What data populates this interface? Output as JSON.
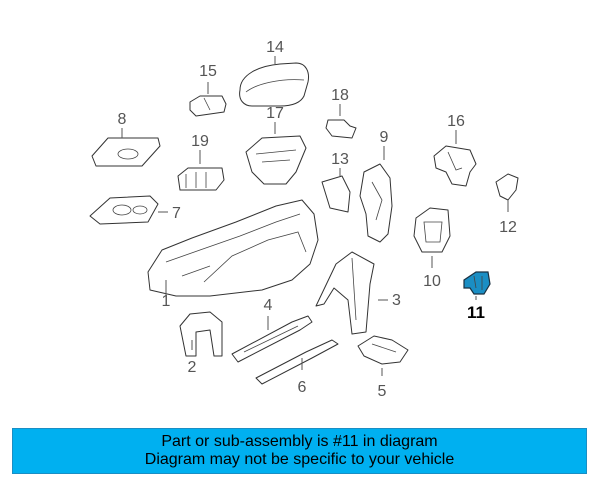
{
  "diagram": {
    "parts": [
      {
        "label": "1"
      },
      {
        "label": "2"
      },
      {
        "label": "3"
      },
      {
        "label": "4"
      },
      {
        "label": "5"
      },
      {
        "label": "6"
      },
      {
        "label": "7"
      },
      {
        "label": "8"
      },
      {
        "label": "9"
      },
      {
        "label": "10"
      },
      {
        "label": "11"
      },
      {
        "label": "12"
      },
      {
        "label": "13"
      },
      {
        "label": "14"
      },
      {
        "label": "15"
      },
      {
        "label": "16"
      },
      {
        "label": "17"
      },
      {
        "label": "18"
      },
      {
        "label": "19"
      }
    ],
    "highlight_label": "11",
    "highlight_color": "#1a8ec4",
    "line_color": "#333333"
  },
  "banner": {
    "line1": "Part or sub-assembly is #11 in diagram",
    "line2": "Diagram may not be specific to your vehicle",
    "background": "#00b0f0"
  }
}
